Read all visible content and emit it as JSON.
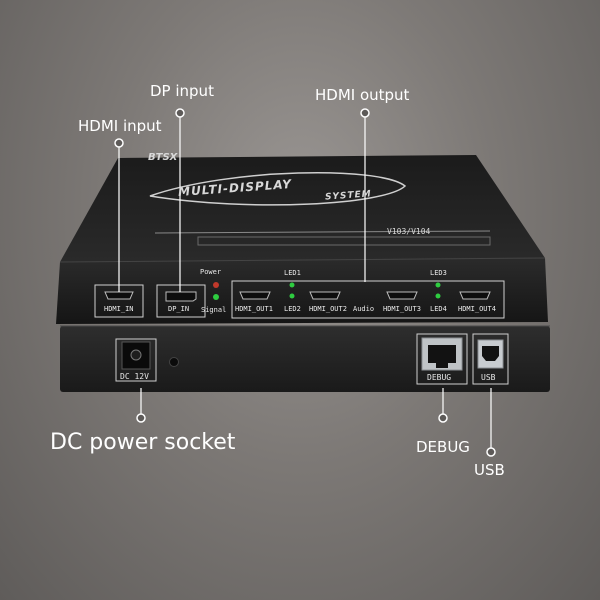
{
  "callouts": {
    "dp_input": "DP input",
    "hdmi_input": "HDMI input",
    "hdmi_output": "HDMI output",
    "dc_power": "DC power socket",
    "debug": "DEBUG",
    "usb": "USB"
  },
  "device": {
    "brand": "BTSX",
    "logo_line1": "MULTI-DISPLAY",
    "logo_line2": "SYSTEM",
    "model": "V103/V104",
    "front_labels": {
      "power": "Power",
      "signal": "Signal",
      "led1": "LED1",
      "led2": "LED2",
      "led3": "LED3",
      "led4": "LED4",
      "audio": "Audio"
    },
    "ports": {
      "hdmi_in": "HDMI_IN",
      "dp_in": "DP_IN",
      "hdmi_out1": "HDMI_OUT1",
      "hdmi_out2": "HDMI_OUT2",
      "hdmi_out3": "HDMI_OUT3",
      "hdmi_out4": "HDMI_OUT4"
    },
    "rear_labels": {
      "dc": "DC 12V",
      "debug": "DEBUG",
      "usb": "USB"
    }
  },
  "colors": {
    "power_led": "#c0392b",
    "status_led": "#2ecc40"
  }
}
